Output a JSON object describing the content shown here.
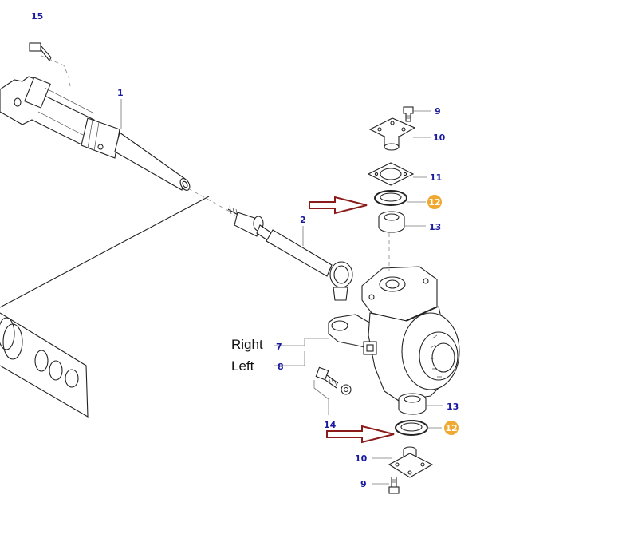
{
  "callouts": {
    "c1": "1",
    "c2": "2",
    "c7": "7",
    "c8": "8",
    "c9_top": "9",
    "c9_bottom": "9",
    "c10_top": "10",
    "c10_bottom": "10",
    "c11": "11",
    "c12_top": "12",
    "c12_bottom": "12",
    "c13_top": "13",
    "c13_bottom": "13",
    "c14": "14",
    "c15": "15"
  },
  "labels": {
    "right": "Right",
    "left": "Left"
  },
  "colors": {
    "callout_text": "#1a1aa0",
    "highlight_badge": "#f0a830",
    "arrow": "#8b1a1a"
  }
}
